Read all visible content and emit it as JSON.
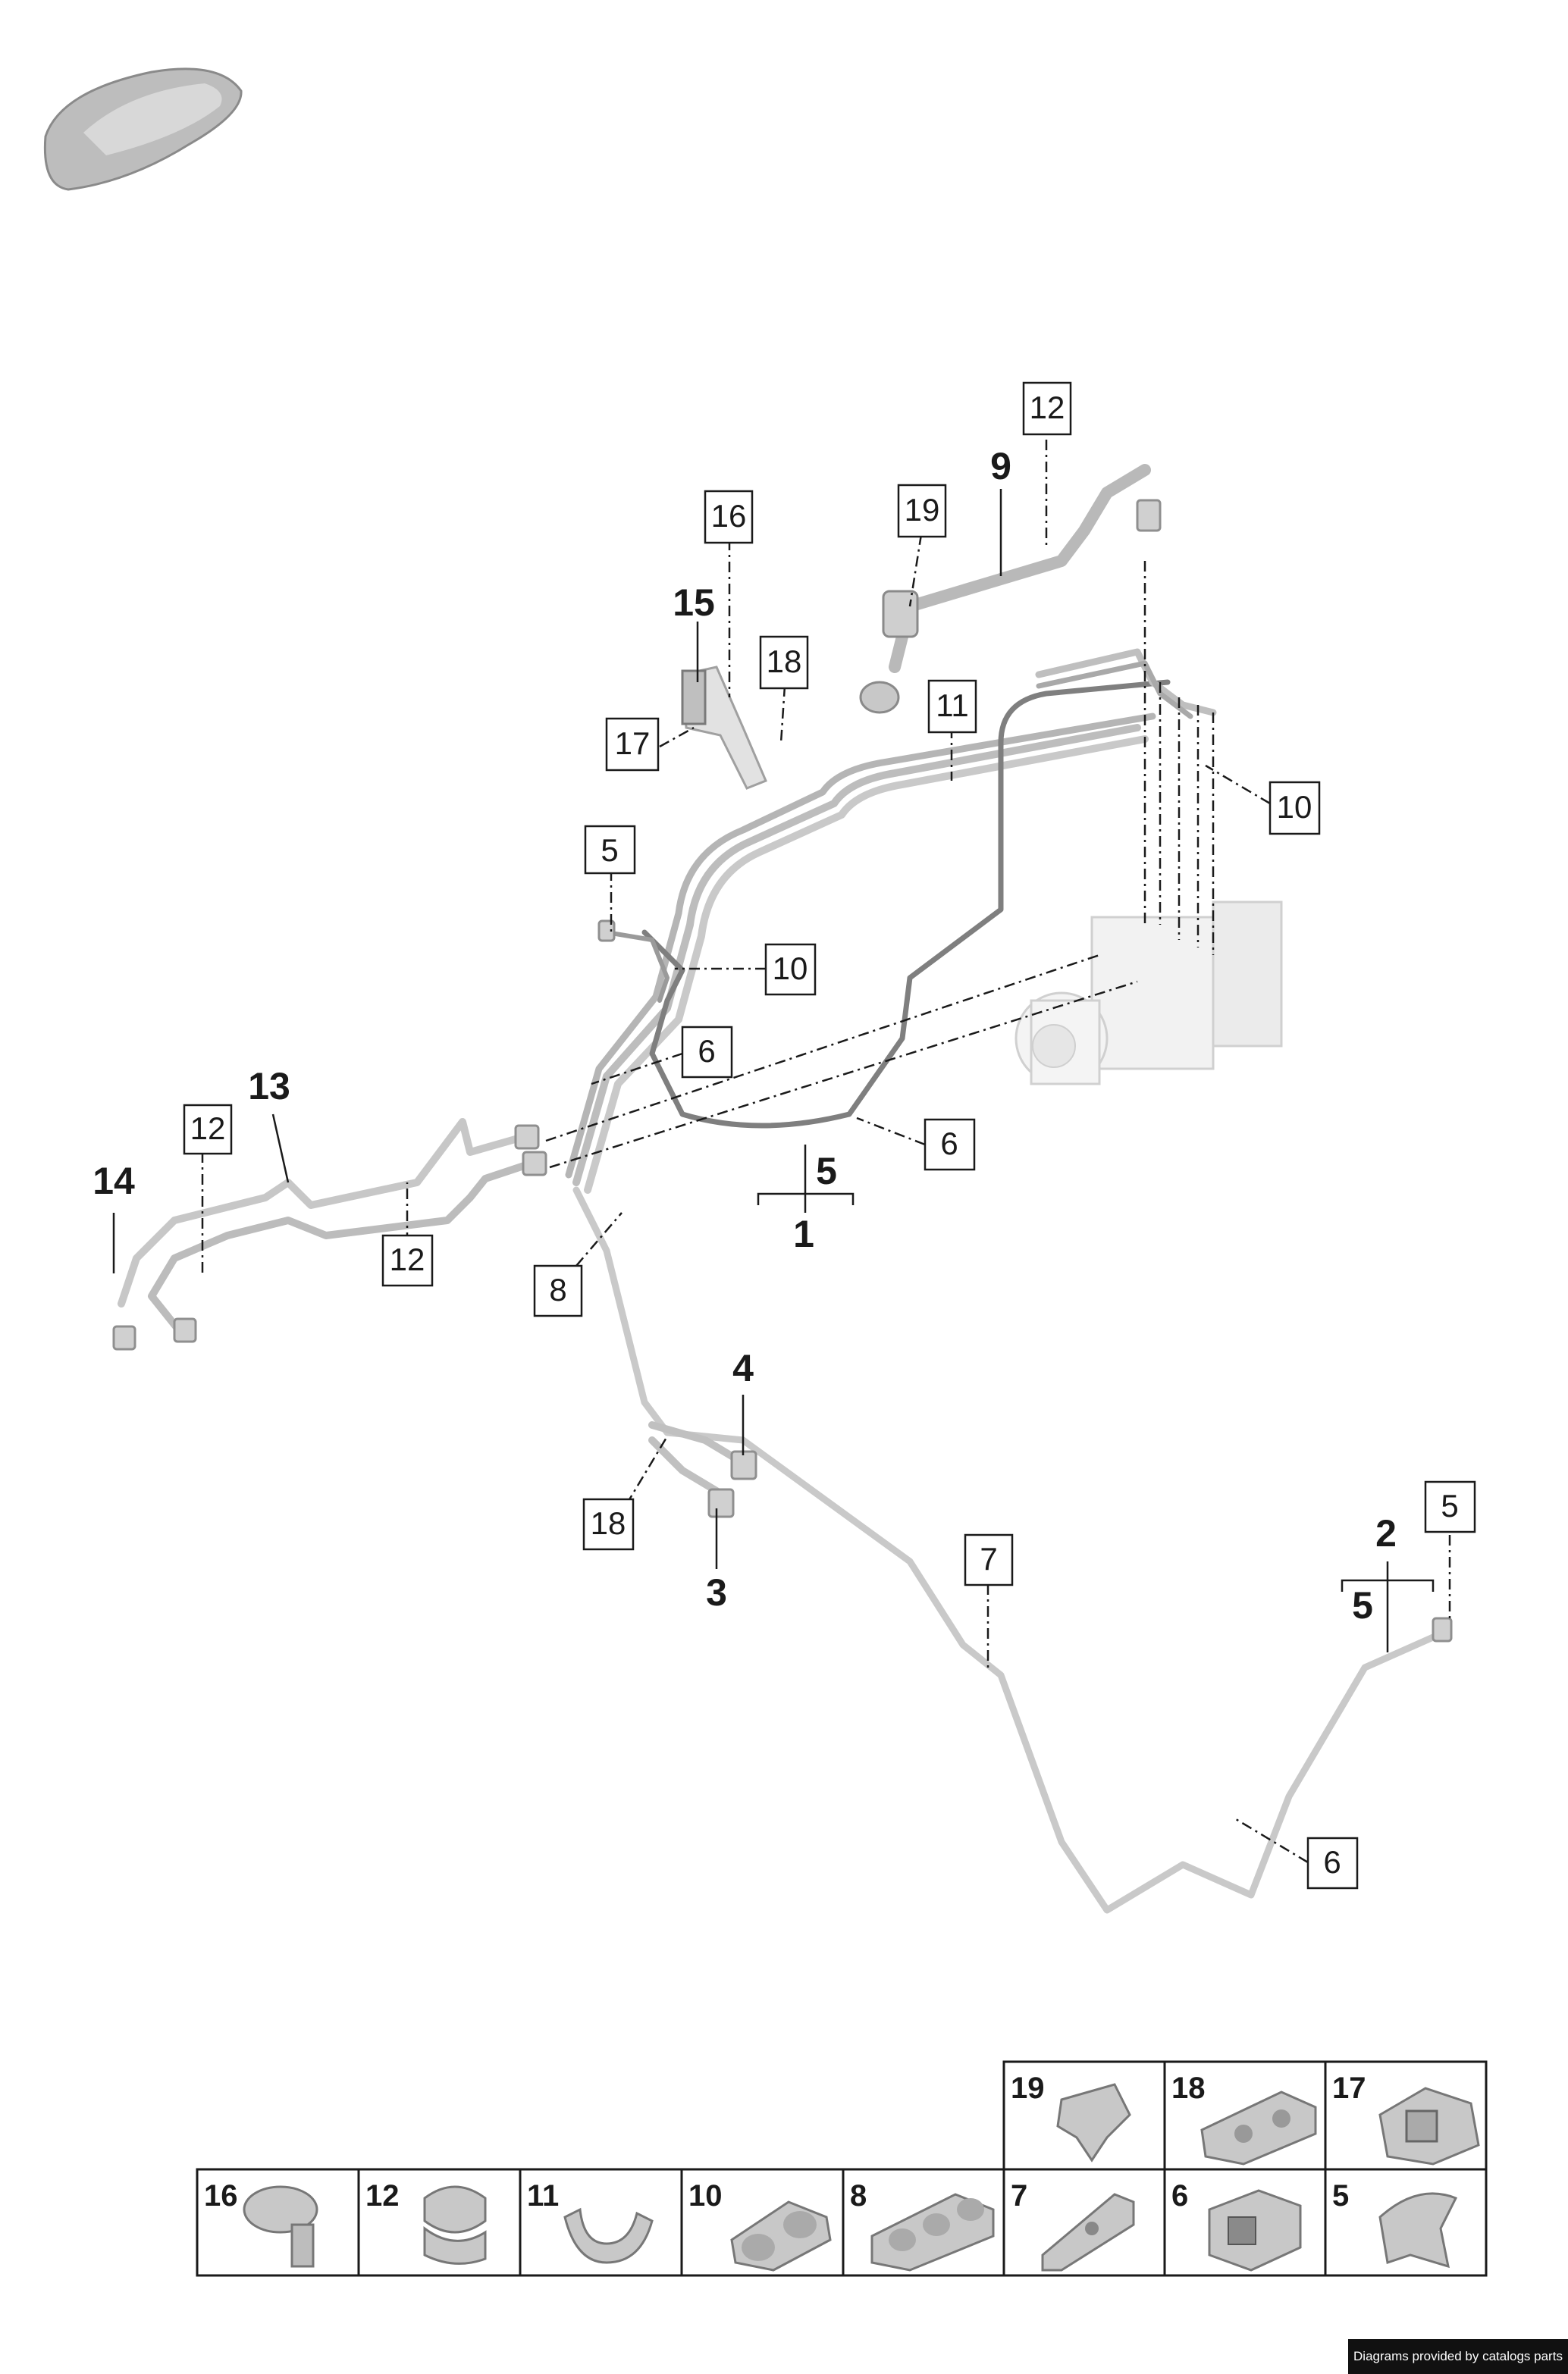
{
  "callouts_boxed": [
    {
      "id": "c-12-top",
      "label": "12"
    },
    {
      "id": "c-19",
      "label": "19"
    },
    {
      "id": "c-16",
      "label": "16"
    },
    {
      "id": "c-18-top",
      "label": "18"
    },
    {
      "id": "c-17",
      "label": "17"
    },
    {
      "id": "c-11",
      "label": "11"
    },
    {
      "id": "c-10-right",
      "label": "10"
    },
    {
      "id": "c-5-top",
      "label": "5"
    },
    {
      "id": "c-10-mid",
      "label": "10"
    },
    {
      "id": "c-6-upper",
      "label": "6"
    },
    {
      "id": "c-6-mid",
      "label": "6"
    },
    {
      "id": "c-12-left",
      "label": "12"
    },
    {
      "id": "c-12-lower",
      "label": "12"
    },
    {
      "id": "c-8",
      "label": "8"
    },
    {
      "id": "c-18-low",
      "label": "18"
    },
    {
      "id": "c-7",
      "label": "7"
    },
    {
      "id": "c-5-right",
      "label": "5"
    },
    {
      "id": "c-6-low",
      "label": "6"
    }
  ],
  "callouts_bold": [
    {
      "id": "b-9",
      "label": "9"
    },
    {
      "id": "b-15",
      "label": "15"
    },
    {
      "id": "b-13",
      "label": "13"
    },
    {
      "id": "b-14",
      "label": "14"
    },
    {
      "id": "b-5-center",
      "label": "5"
    },
    {
      "id": "b-1",
      "label": "1"
    },
    {
      "id": "b-4",
      "label": "4"
    },
    {
      "id": "b-3",
      "label": "3"
    },
    {
      "id": "b-2",
      "label": "2"
    },
    {
      "id": "b-5-right",
      "label": "5"
    }
  ],
  "legend": {
    "top_row": [
      "19",
      "18",
      "17"
    ],
    "bottom_row": [
      "16",
      "12",
      "11",
      "10",
      "8",
      "7",
      "6",
      "5"
    ]
  },
  "credit_text": "Diagrams provided by catalogs parts",
  "colors": {
    "line": "#1a1a1a",
    "pipe_light": "#c9c9c9",
    "pipe_dark": "#8a8a8a",
    "part_fill": "#d6d6d6"
  }
}
